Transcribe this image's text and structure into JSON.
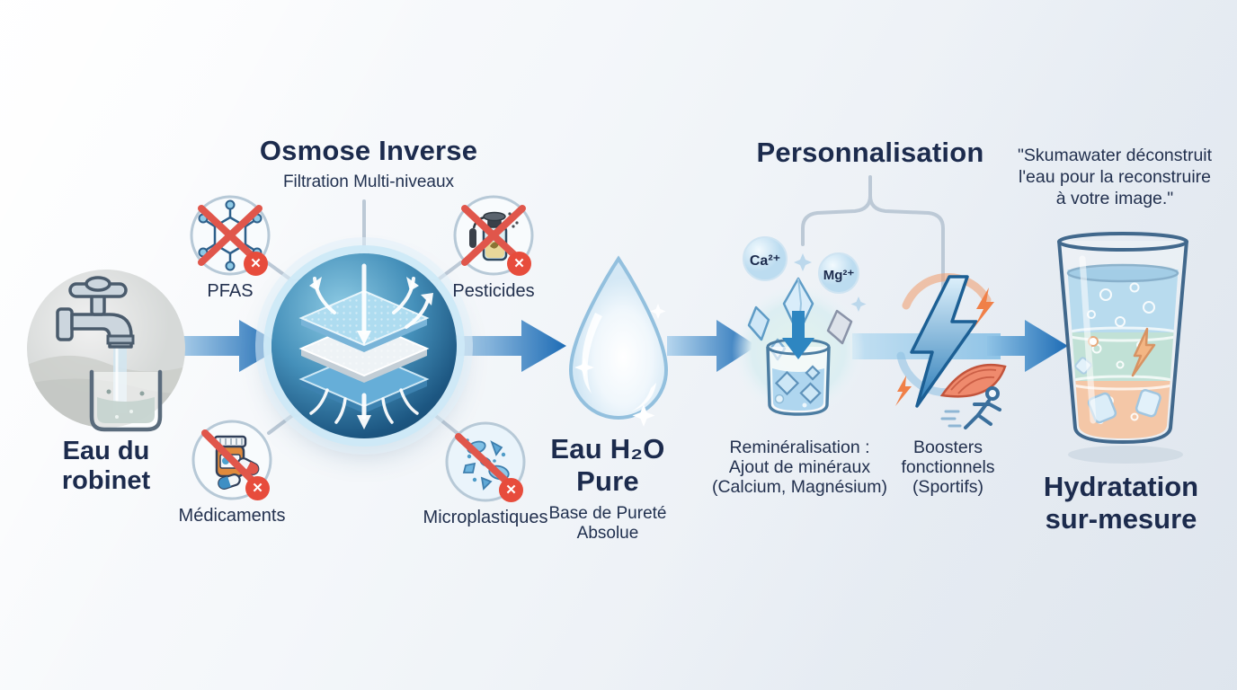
{
  "palette": {
    "navy_text": "#1c2b4d",
    "arrow_blue_dark": "#1e6cb5",
    "arrow_blue_light": "#aed2ec",
    "blocked_red": "#e0564b",
    "badge_red": "#e74c3c",
    "connector_gray": "#bcc9d6",
    "sphere_blue": "#1c5681",
    "glow_blue": "#cde9f7"
  },
  "icons": {
    "blocked_badge_glyph": "✕"
  },
  "quote": {
    "lines": [
      "\"Skumawater déconstruit",
      "l'eau pour la reconstruire",
      "à votre image.\""
    ]
  },
  "stage_tap": {
    "icon": "faucet-beaker-icon",
    "label_lines": [
      "Eau du",
      "robinet"
    ]
  },
  "stage_osmosis": {
    "title": "Osmose Inverse",
    "subtitle": "Filtration Multi-niveaux",
    "icon": "filter-layers-icon",
    "contaminants": [
      {
        "icon": "pfas-molecule-icon",
        "label": "PFAS"
      },
      {
        "icon": "pesticide-sprayer-icon",
        "label": "Pesticides"
      },
      {
        "icon": "medicine-bottle-icon",
        "label": "Médicaments"
      },
      {
        "icon": "microplastics-icon",
        "label": "Microplastiques"
      }
    ]
  },
  "stage_pure": {
    "icon": "water-drop-icon",
    "title_lines": [
      "Eau H₂O",
      "Pure"
    ],
    "subtitle_lines": [
      "Base de Pureté",
      "Absolue"
    ]
  },
  "stage_perso": {
    "title": "Personnalisation",
    "remineralisation": {
      "icon": "minerals-glass-icon",
      "ion_labels": [
        "Ca²⁺",
        "Mg²⁺"
      ],
      "caption_lines": [
        "Reminéralisation :",
        "Ajout de minéraux",
        "(Calcium, Magnésium)"
      ]
    },
    "boosters": {
      "icon": "energy-boost-icon",
      "caption_lines": [
        "Boosters",
        "fonctionnels",
        "(Sportifs)"
      ]
    }
  },
  "stage_hydration": {
    "icon": "custom-water-glass-icon",
    "label_lines": [
      "Hydratation",
      "sur-mesure"
    ]
  }
}
